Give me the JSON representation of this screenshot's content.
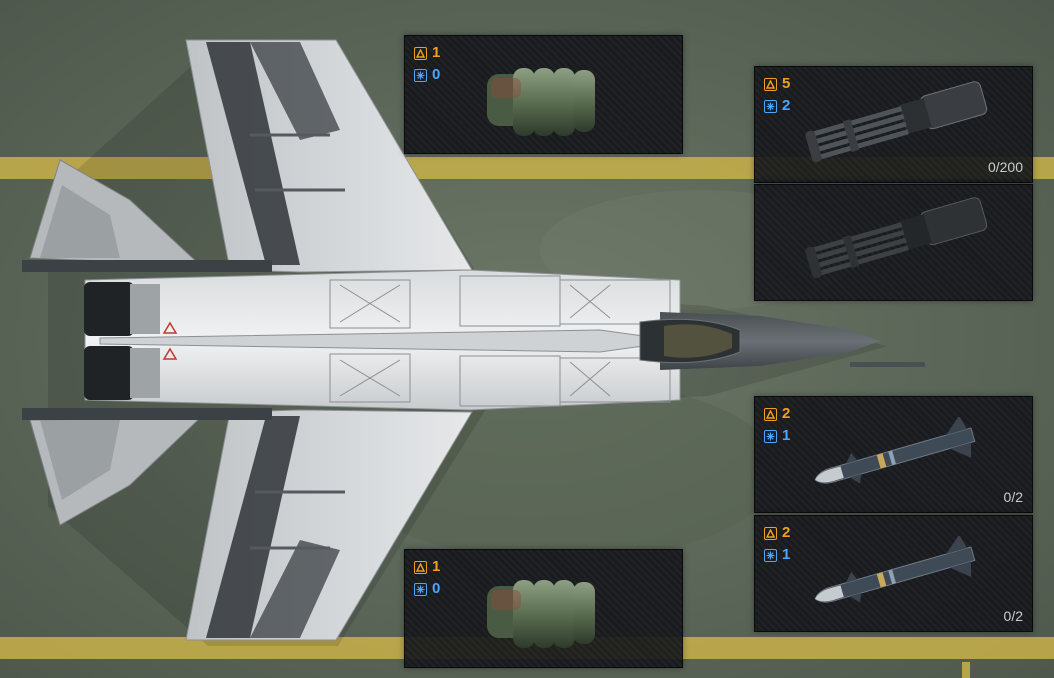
{
  "colors": {
    "heat": "#f0a020",
    "cold": "#4aa6ff",
    "tarmac": "#5e6a5a",
    "stripe": "#c9b24a",
    "card": "#14161a"
  },
  "icons": {
    "heat": "heat-icon",
    "cold": "snowflake-icon"
  },
  "slots": [
    {
      "id": "armor_top",
      "kind": "armor",
      "heat": "1",
      "cold": "0",
      "count": ""
    },
    {
      "id": "gun_1",
      "kind": "gun",
      "heat": "5",
      "cold": "2",
      "count": "0/200"
    },
    {
      "id": "gun_2",
      "kind": "gun",
      "heat": "",
      "cold": "",
      "count": ""
    },
    {
      "id": "missile_1",
      "kind": "missile",
      "heat": "2",
      "cold": "1",
      "count": "0/2"
    },
    {
      "id": "missile_2",
      "kind": "missile",
      "heat": "2",
      "cold": "1",
      "count": "0/2"
    },
    {
      "id": "armor_bottom",
      "kind": "armor",
      "heat": "1",
      "cold": "0",
      "count": ""
    }
  ]
}
